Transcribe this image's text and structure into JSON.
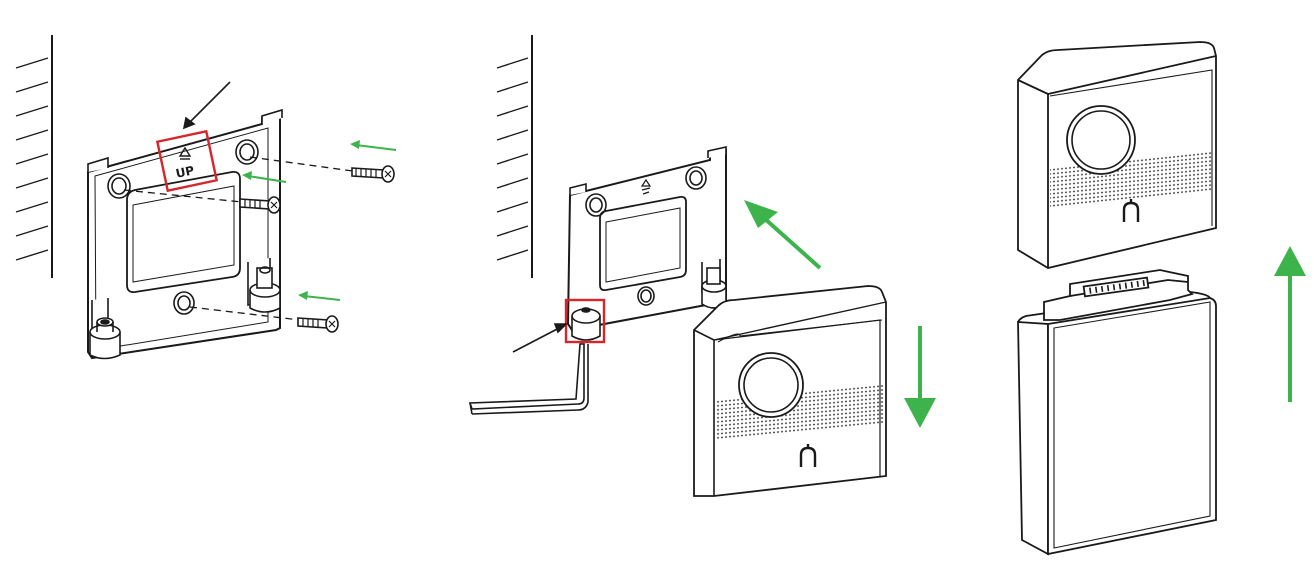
{
  "diagram": {
    "panels": [
      {
        "id": "step-1"
      },
      {
        "id": "step-2"
      },
      {
        "id": "step-3"
      }
    ],
    "plate_label_up": "UP",
    "colors": {
      "outline": "#1a1a1a",
      "arrow_green": "#3cb44b",
      "highlight_red": "#d6262b",
      "fill_white": "#ffffff"
    }
  }
}
